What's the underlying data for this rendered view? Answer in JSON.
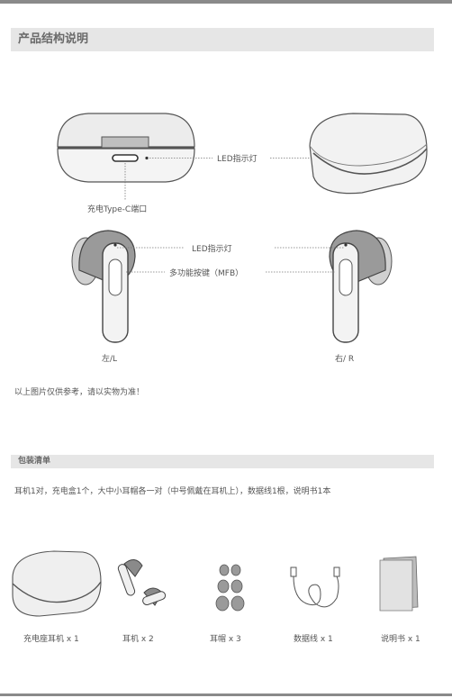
{
  "section1": {
    "title": "产品结构说明",
    "labels": {
      "led_case": "LED指示灯",
      "typec": "充电Type-C端口",
      "led_earbud": "LED指示灯",
      "mfb": "多功能按键（MFB）",
      "left": "左/L",
      "right": "右/ R"
    },
    "note": "以上图片仅供参考，请以实物为准！"
  },
  "section2": {
    "title": "包装清单",
    "description": "耳机1对，充电盒1个，大中小耳帽各一对（中号佩戴在耳机上），数据线1根，说明书1本",
    "items": [
      {
        "label": "充电座耳机 x 1"
      },
      {
        "label": "耳机 x 2"
      },
      {
        "label": "耳帽 x 3"
      },
      {
        "label": "数据线 x 1"
      },
      {
        "label": "说明书 x 1"
      }
    ]
  }
}
